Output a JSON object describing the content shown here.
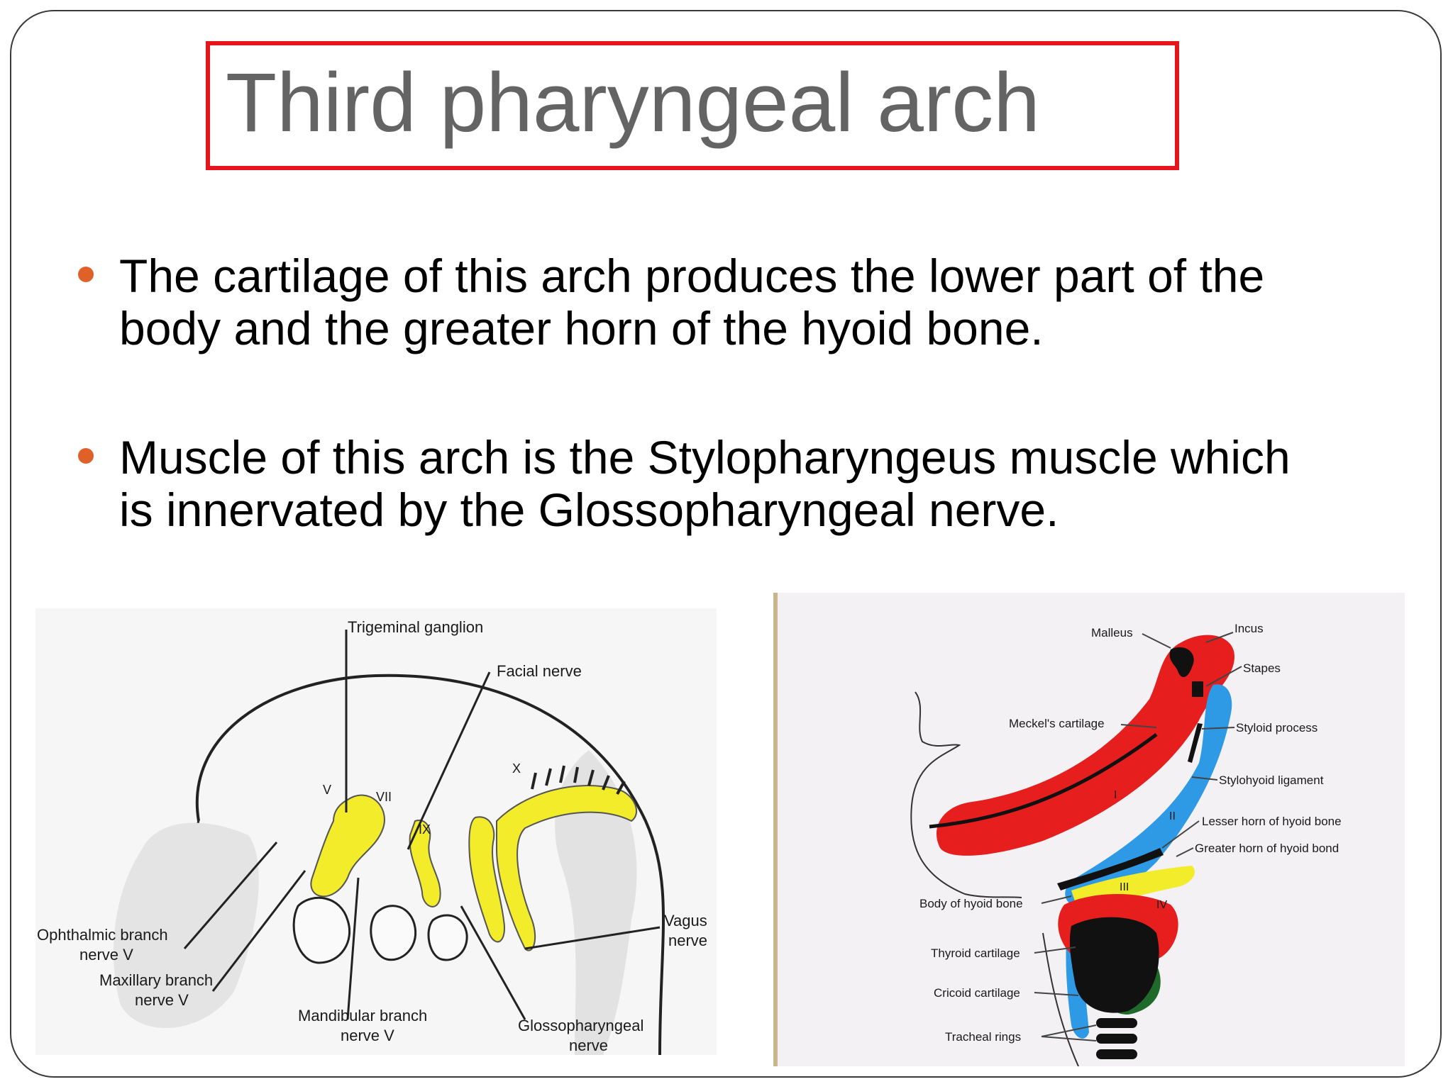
{
  "slide": {
    "title": "Third pharyngeal arch",
    "bullets": [
      {
        "line1": "The cartilage of this arch produces the lower part of the",
        "line2": "body and the greater horn of the hyoid bone."
      },
      {
        "line1": "Muscle of this arch is the Stylopharyngeus muscle which",
        "line2": "is innervated by the Glossopharyngeal nerve."
      }
    ]
  },
  "nerve_diagram": {
    "labels": {
      "trigeminal_ganglion": "Trigeminal ganglion",
      "facial_nerve": "Facial nerve",
      "v": "V",
      "vii": "VII",
      "ix": "IX",
      "x": "X",
      "ophthalmic_1": "Ophthalmic branch",
      "ophthalmic_2": "nerve V",
      "maxillary_1": "Maxillary branch",
      "maxillary_2": "nerve V",
      "mandibular_1": "Mandibular branch",
      "mandibular_2": "nerve V",
      "glosso_1": "Glossopharyngeal",
      "glosso_2": "nerve",
      "vagus_1": "Vagus",
      "vagus_2": "nerve"
    }
  },
  "cartilage_diagram": {
    "labels": {
      "malleus": "Malleus",
      "incus": "Incus",
      "stapes": "Stapes",
      "meckels": "Meckel's cartilage",
      "styloid": "Styloid process",
      "stylohyoid": "Stylohyoid ligament",
      "lesser_horn": "Lesser horn of hyoid bone",
      "greater_horn": "Greater horn of hyoid bond",
      "body_hyoid": "Body of hyoid bone",
      "thyroid": "Thyroid cartilage",
      "cricoid": "Cricoid cartilage",
      "tracheal": "Tracheal rings",
      "roman_1": "I",
      "roman_2": "II",
      "roman_3": "III",
      "roman_4": "IV"
    },
    "colors": {
      "arch1": "#e61e1e",
      "arch2": "#2e9ae6",
      "arch3": "#f2ec2a",
      "arch4": "#1f6a2a",
      "cartilage": "#111111"
    }
  }
}
